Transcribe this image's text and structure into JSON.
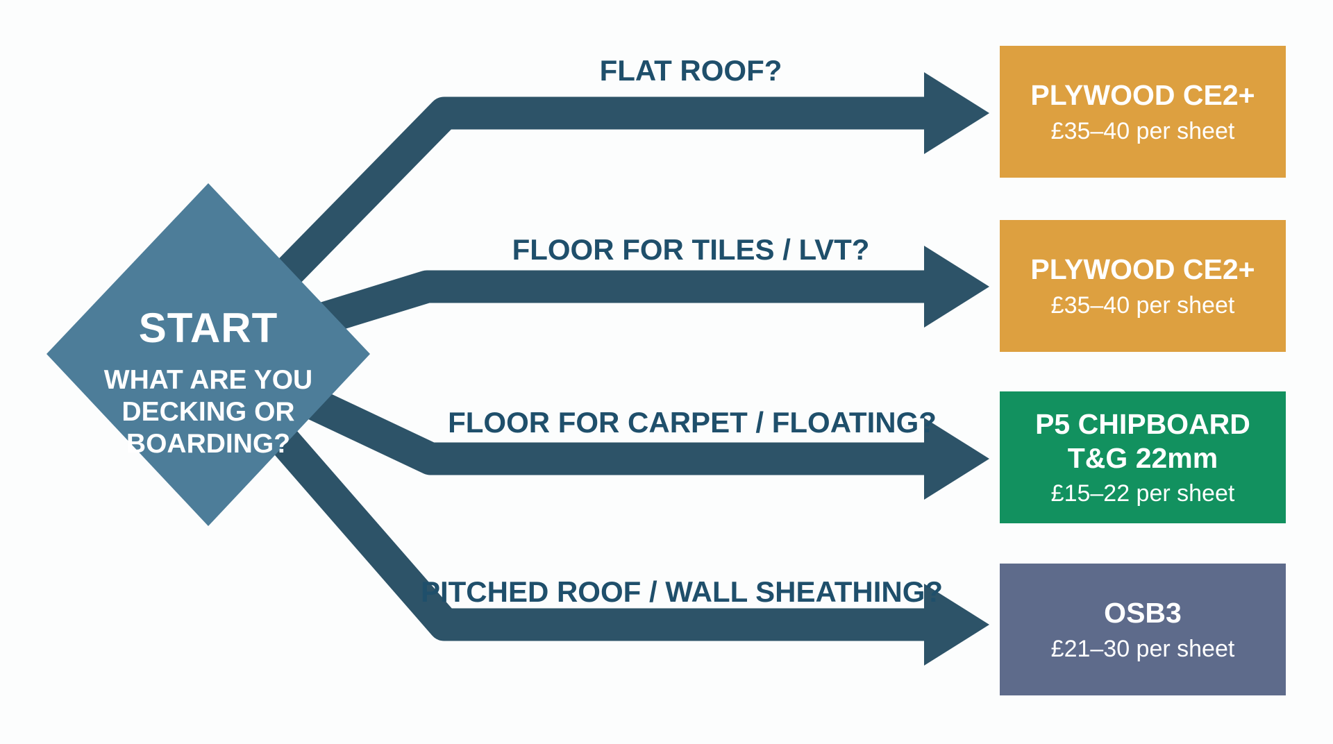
{
  "start_node": {
    "title": "START",
    "subtitle": "WHAT ARE YOU DECKING OR BOARDING?"
  },
  "branches": [
    {
      "question": "FLAT ROOF?",
      "result": {
        "name": "PLYWOOD CE2+",
        "price": "£35–40 per sheet",
        "color": "#DDA040"
      }
    },
    {
      "question": "FLOOR FOR TILES / LVT?",
      "result": {
        "name": "PLYWOOD CE2+",
        "price": "£35–40 per sheet",
        "color": "#DDA040"
      }
    },
    {
      "question": "FLOOR FOR CARPET / FLOATING?",
      "result": {
        "name": "P5 CHIPBOARD T&G 22mm",
        "price": "£15–22 per sheet",
        "color": "#12915F"
      }
    },
    {
      "question": "PITCHED ROOF / WALL SHEATHING?",
      "result": {
        "name": "OSB3",
        "price": "£21–30 per sheet",
        "color": "#5E6B8B"
      }
    }
  ],
  "colors": {
    "arrow": "#2D5368",
    "diamond": "#4D7D99",
    "question_label": "#1F4F6B",
    "background": "#FCFDFD",
    "box_text": "#FFFFFF"
  }
}
